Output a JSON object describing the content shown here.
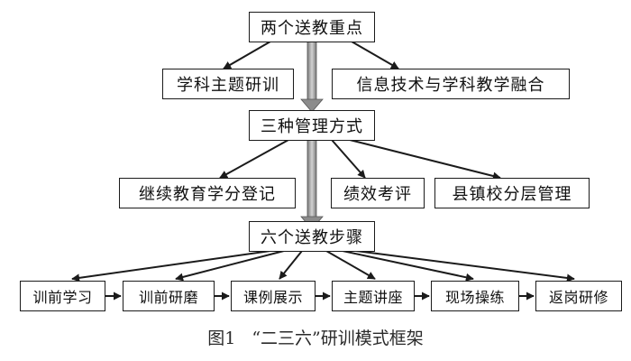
{
  "levels": {
    "top": "两个送教重点",
    "mid": "三种管理方式",
    "bottom": "六个送教步骤"
  },
  "focus_points": [
    "学科主题研训",
    "信息技术与学科教学融合"
  ],
  "management_methods": [
    "继续教育学分登记",
    "绩效考评",
    "县镇校分层管理"
  ],
  "steps": [
    "训前学习",
    "训前研磨",
    "课例展示",
    "主题讲座",
    "现场操练",
    "返岗研修"
  ],
  "caption": {
    "figure_number": "图1",
    "title": "“二三六”研训模式框架"
  }
}
